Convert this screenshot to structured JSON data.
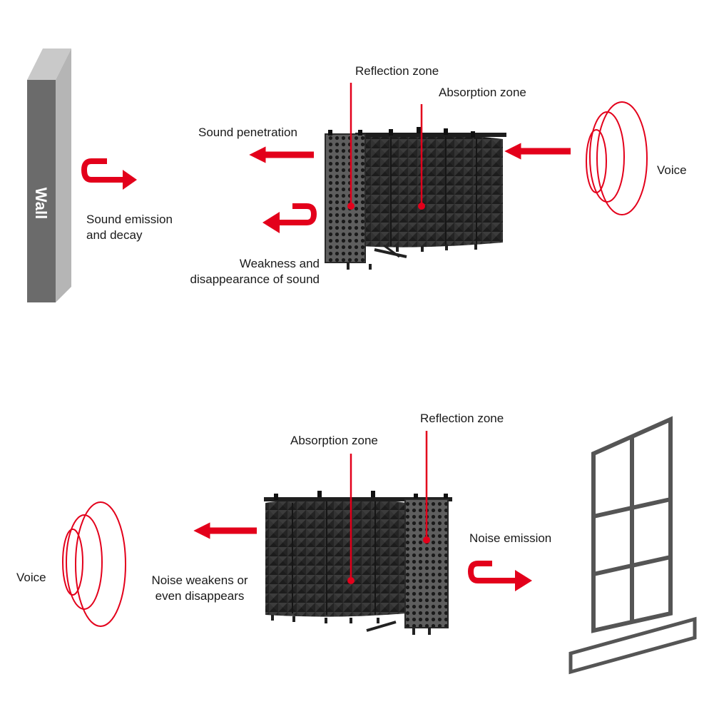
{
  "colors": {
    "accent": "#e3001b",
    "wall_front": "#6b6b6b",
    "wall_side": "#c8c8c8",
    "foam": "#2d2d2d",
    "window_frame": "#555555"
  },
  "top_scene": {
    "wall_label": "Wall",
    "reflection_zone": "Reflection zone",
    "absorption_zone": "Absorption zone",
    "sound_penetration": "Sound penetration",
    "sound_emission_line1": "Sound emission",
    "sound_emission_line2": "and decay",
    "weakness_line1": "Weakness and",
    "weakness_line2": "disappearance of sound",
    "voice": "Voice"
  },
  "bottom_scene": {
    "reflection_zone": "Reflection zone",
    "absorption_zone": "Absorption zone",
    "noise_emission": "Noise emission",
    "noise_weakens_line1": "Noise weakens or",
    "noise_weakens_line2": "even disappears",
    "voice": "Voice"
  }
}
